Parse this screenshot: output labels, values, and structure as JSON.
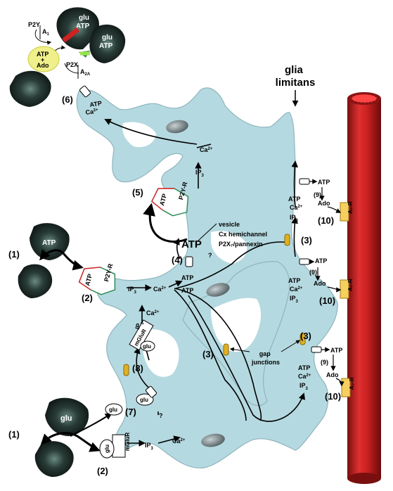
{
  "labels": {
    "glia_limitans": [
      "glia",
      "limitans"
    ],
    "top_glu_1": "glu",
    "top_atp_1": "ATP",
    "top_glu_2": "glu",
    "top_atp_2": "ATP",
    "p2y_a1": "P2Y",
    "a1": "A",
    "a1_sub": "1",
    "p2x_a2a": "P2X",
    "a2a": "A",
    "a2a_sub": "2A",
    "atp_ado_1": "ATP",
    "atp_ado_plus": "+",
    "atp_ado_2": "Ado",
    "n6": "(6)",
    "atp_6": "ATP",
    "ca_6": "Ca",
    "sup_2plus": "2+",
    "ca_top": "Ca",
    "ip3_top": "IP",
    "sub_3": "3",
    "n5": "(5)",
    "p2yr": "P2Y-R",
    "atp_receptor": "ATP",
    "atp_big": "ATP",
    "release_paths": [
      "vesicle",
      "Cx hemichannel",
      "P2X₇/pannexin"
    ],
    "question": "?",
    "n4": "(4)",
    "atp_mid": "ATP",
    "ca_mid": "Ca",
    "ip_mid": "IP",
    "n1_top": "(1)",
    "atp_blob": "ATP",
    "n2_top": "(2)",
    "n3_right_top": "(3)",
    "atp_right": "ATP",
    "ca_right": "Ca",
    "ip_right": "IP",
    "n9": "(9)",
    "ado": "Ado",
    "n10": "(10)",
    "a2r": "A₂-R",
    "mglur": "mGluR",
    "glu_small": "glu",
    "n8": "(8)",
    "n7": "(7)",
    "gap_junctions": [
      "gap",
      "junctions"
    ],
    "n3_mid": "(3)",
    "n3_right_bottom": "(3)",
    "n1_bottom": "(1)",
    "glu_blob": "glu",
    "n2_bottom": "(2)"
  },
  "colors": {
    "astrocyte_fill": "#b5d9e0",
    "astrocyte_stroke": "#7fa6b0",
    "vessel": "#cc2222",
    "vessel_dark": "#7a0f0f",
    "receptor_red": "#cc2222",
    "receptor_green": "#2e8b57",
    "ado_fill": "#f0f08a",
    "a2r_fill": "#f5d060",
    "gap_fill": "#e0b020",
    "synapse_dark": "#1c2a26",
    "nucleus": "#6e7d80"
  }
}
